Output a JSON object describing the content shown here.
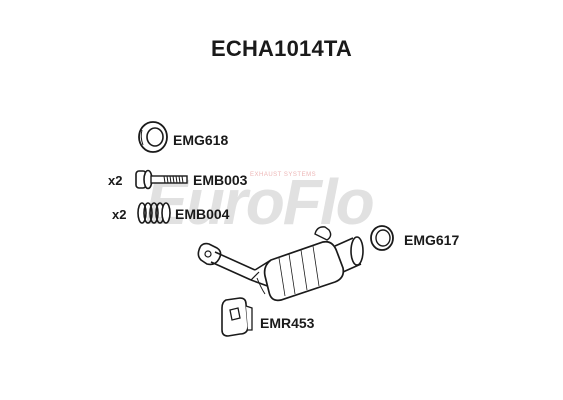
{
  "title": "ECHA1014TA",
  "watermark": {
    "brand": "EuroFlo",
    "tagline": "EXHAUST SYSTEMS",
    "brand_color": "#d6d6d6"
  },
  "parts": [
    {
      "code": "EMG618",
      "qty": ""
    },
    {
      "code": "EMB003",
      "qty": "x2"
    },
    {
      "code": "EMB004",
      "qty": "x2"
    },
    {
      "code": "EMG617",
      "qty": ""
    },
    {
      "code": "EMR453",
      "qty": ""
    }
  ],
  "colors": {
    "line": "#1a1a1a",
    "fill": "#ffffff",
    "shade": "#e6e6e6"
  }
}
